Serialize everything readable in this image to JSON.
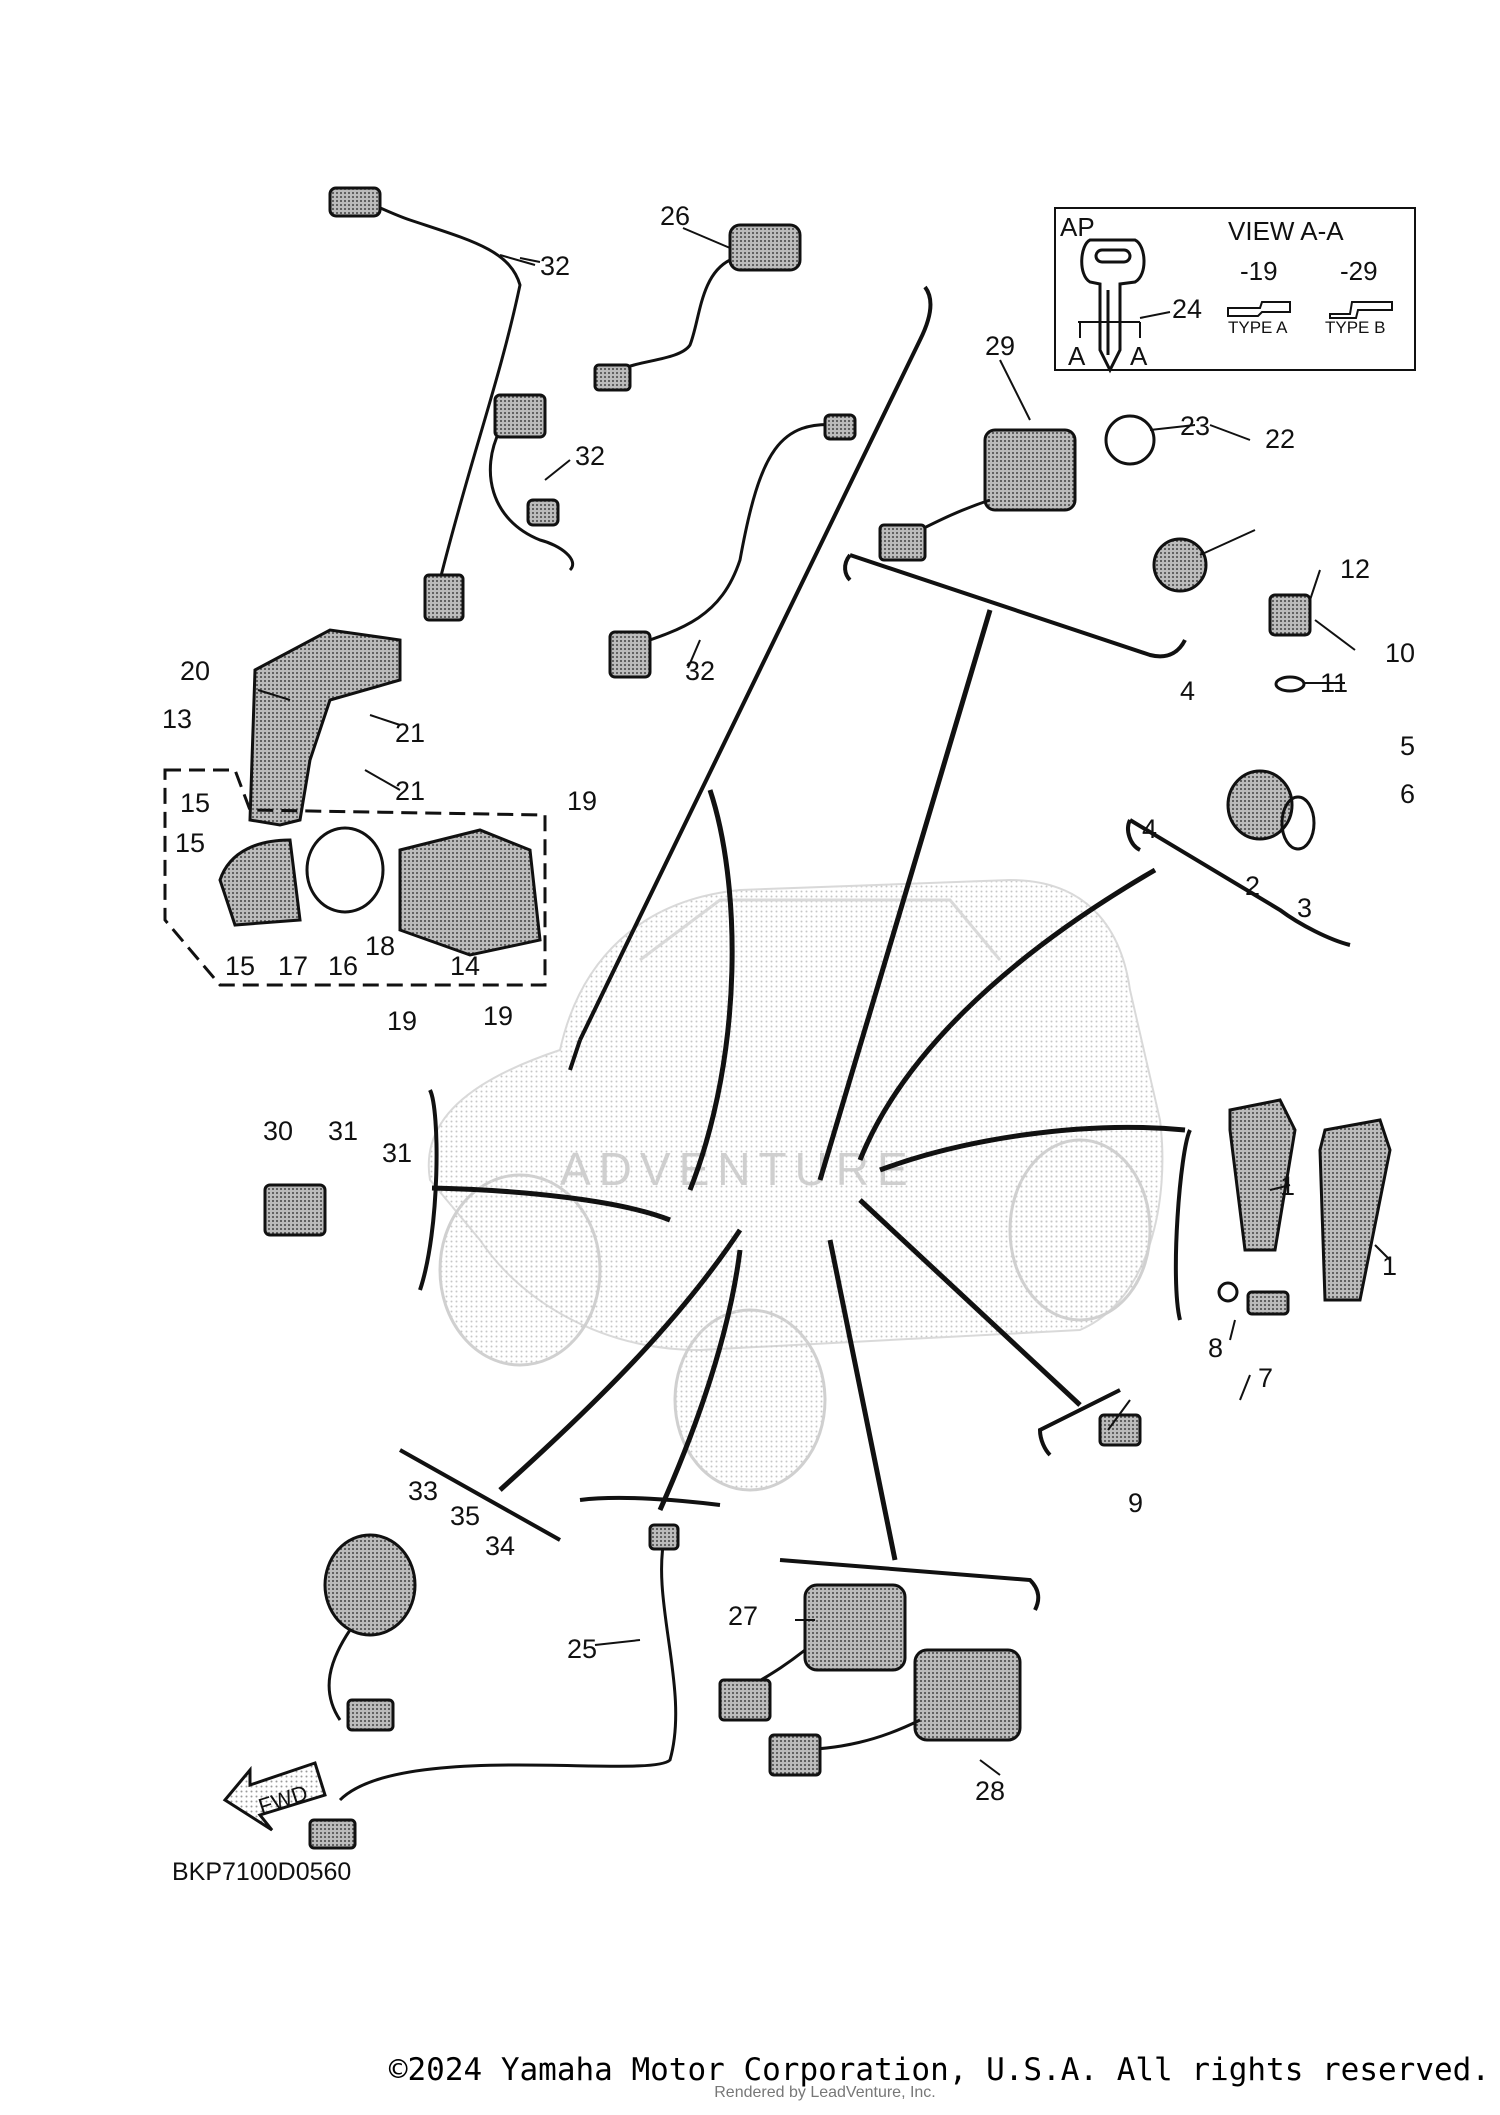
{
  "diagram": {
    "code": "BKP7100D0560",
    "watermark": "ADVENTURE",
    "fwd_label": "FWD",
    "inset": {
      "corner": "AP",
      "view_title": "VIEW A-A",
      "suffix_a": "-19",
      "suffix_b": "-29",
      "type_a": "TYPE A",
      "type_b": "TYPE B",
      "section_left": "A",
      "section_right": "A",
      "part": "24"
    },
    "callouts": {
      "c1a": "1",
      "c1b": "1",
      "c2": "2",
      "c3": "3",
      "c4a": "4",
      "c4b": "4",
      "c5": "5",
      "c6": "6",
      "c7": "7",
      "c8": "8",
      "c9": "9",
      "c10": "10",
      "c11": "11",
      "c12": "12",
      "c13": "13",
      "c14": "14",
      "c15a": "15",
      "c15b": "15",
      "c15c": "15",
      "c16": "16",
      "c17": "17",
      "c18": "18",
      "c19a": "19",
      "c19b": "19",
      "c19c": "19",
      "c20": "20",
      "c21a": "21",
      "c21b": "21",
      "c22": "22",
      "c23": "23",
      "c25": "25",
      "c26": "26",
      "c27": "27",
      "c28": "28",
      "c29": "29",
      "c30": "30",
      "c31a": "31",
      "c31b": "31",
      "c32a": "32",
      "c32b": "32",
      "c32c": "32",
      "c33": "33",
      "c34": "34",
      "c35": "35"
    }
  },
  "footer": {
    "copyright": "©2024 Yamaha Motor Corporation, U.S.A. All rights reserved.",
    "rendered_by": "Rendered by LeadVenture, Inc."
  }
}
